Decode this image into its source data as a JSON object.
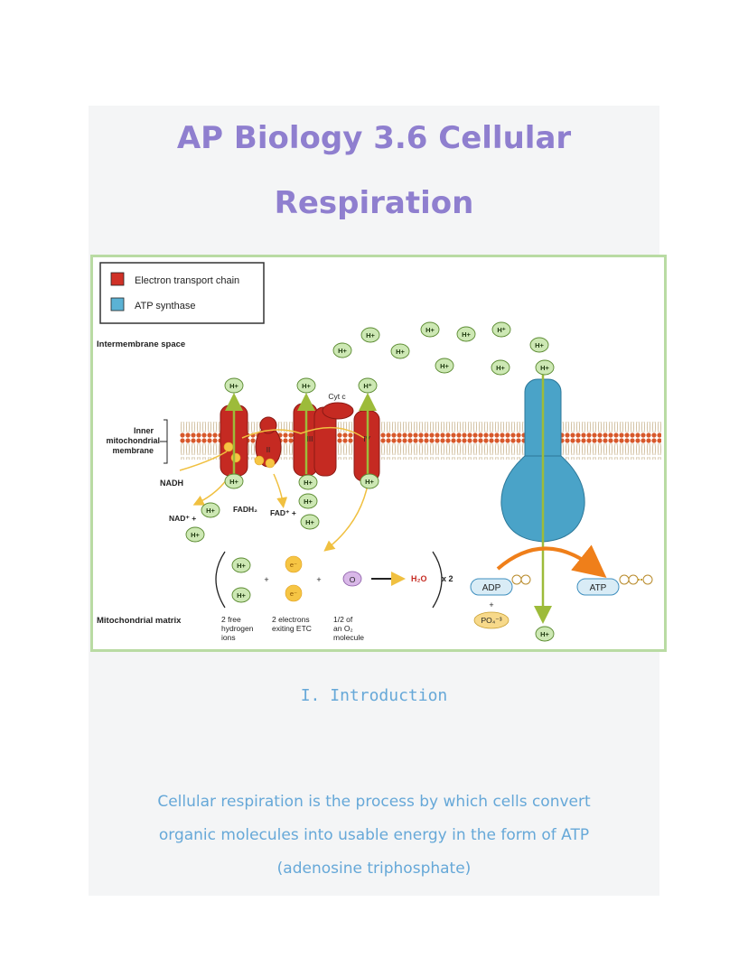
{
  "document": {
    "title_line1": "AP Biology 3.6 Cellular",
    "title_line2": "Respiration",
    "section_heading": "I. Introduction",
    "paragraph_line1": "Cellular respiration is the process by which cells convert",
    "paragraph_line2": "organic molecules into usable energy in the form of ATP",
    "paragraph_line3": "(adenosine triphosphate)"
  },
  "diagram": {
    "legend": {
      "etc": "Electron transport chain",
      "atp": "ATP synthase",
      "etc_color": "#d03127",
      "atp_color": "#5bb2d4"
    },
    "labels": {
      "intermembrane": "Intermembrane space",
      "inner_line1": "Inner",
      "inner_line2": "mitochondrial",
      "inner_line3": "membrane",
      "matrix": "Mitochondrial matrix",
      "nadh": "NADH",
      "nad_plus": "NAD⁺ +",
      "fadh2": "FADH₂",
      "fad_plus": "FAD⁺ +",
      "cyt_c": "Cyt c",
      "complex_2": "II",
      "complex_3": "III",
      "complex_4": "IV",
      "hydrogen_ion": "H+",
      "hydrogen_ion_sup": "H⁺",
      "electron": "e⁻",
      "oxygen": "O",
      "water": "H₂O",
      "times_two": "x 2",
      "plus": "+",
      "adp": "ADP",
      "atp": "ATP",
      "phosphate": "PO₄⁻³",
      "caption_ions_1": "2 free",
      "caption_ions_2": "hydrogen",
      "caption_ions_3": "ions",
      "caption_electrons_1": "2 electrons",
      "caption_electrons_2": "exiting ETC",
      "caption_oxygen_1": "1/2 of",
      "caption_oxygen_2": "an O₂",
      "caption_oxygen_3": "molecule"
    }
  }
}
